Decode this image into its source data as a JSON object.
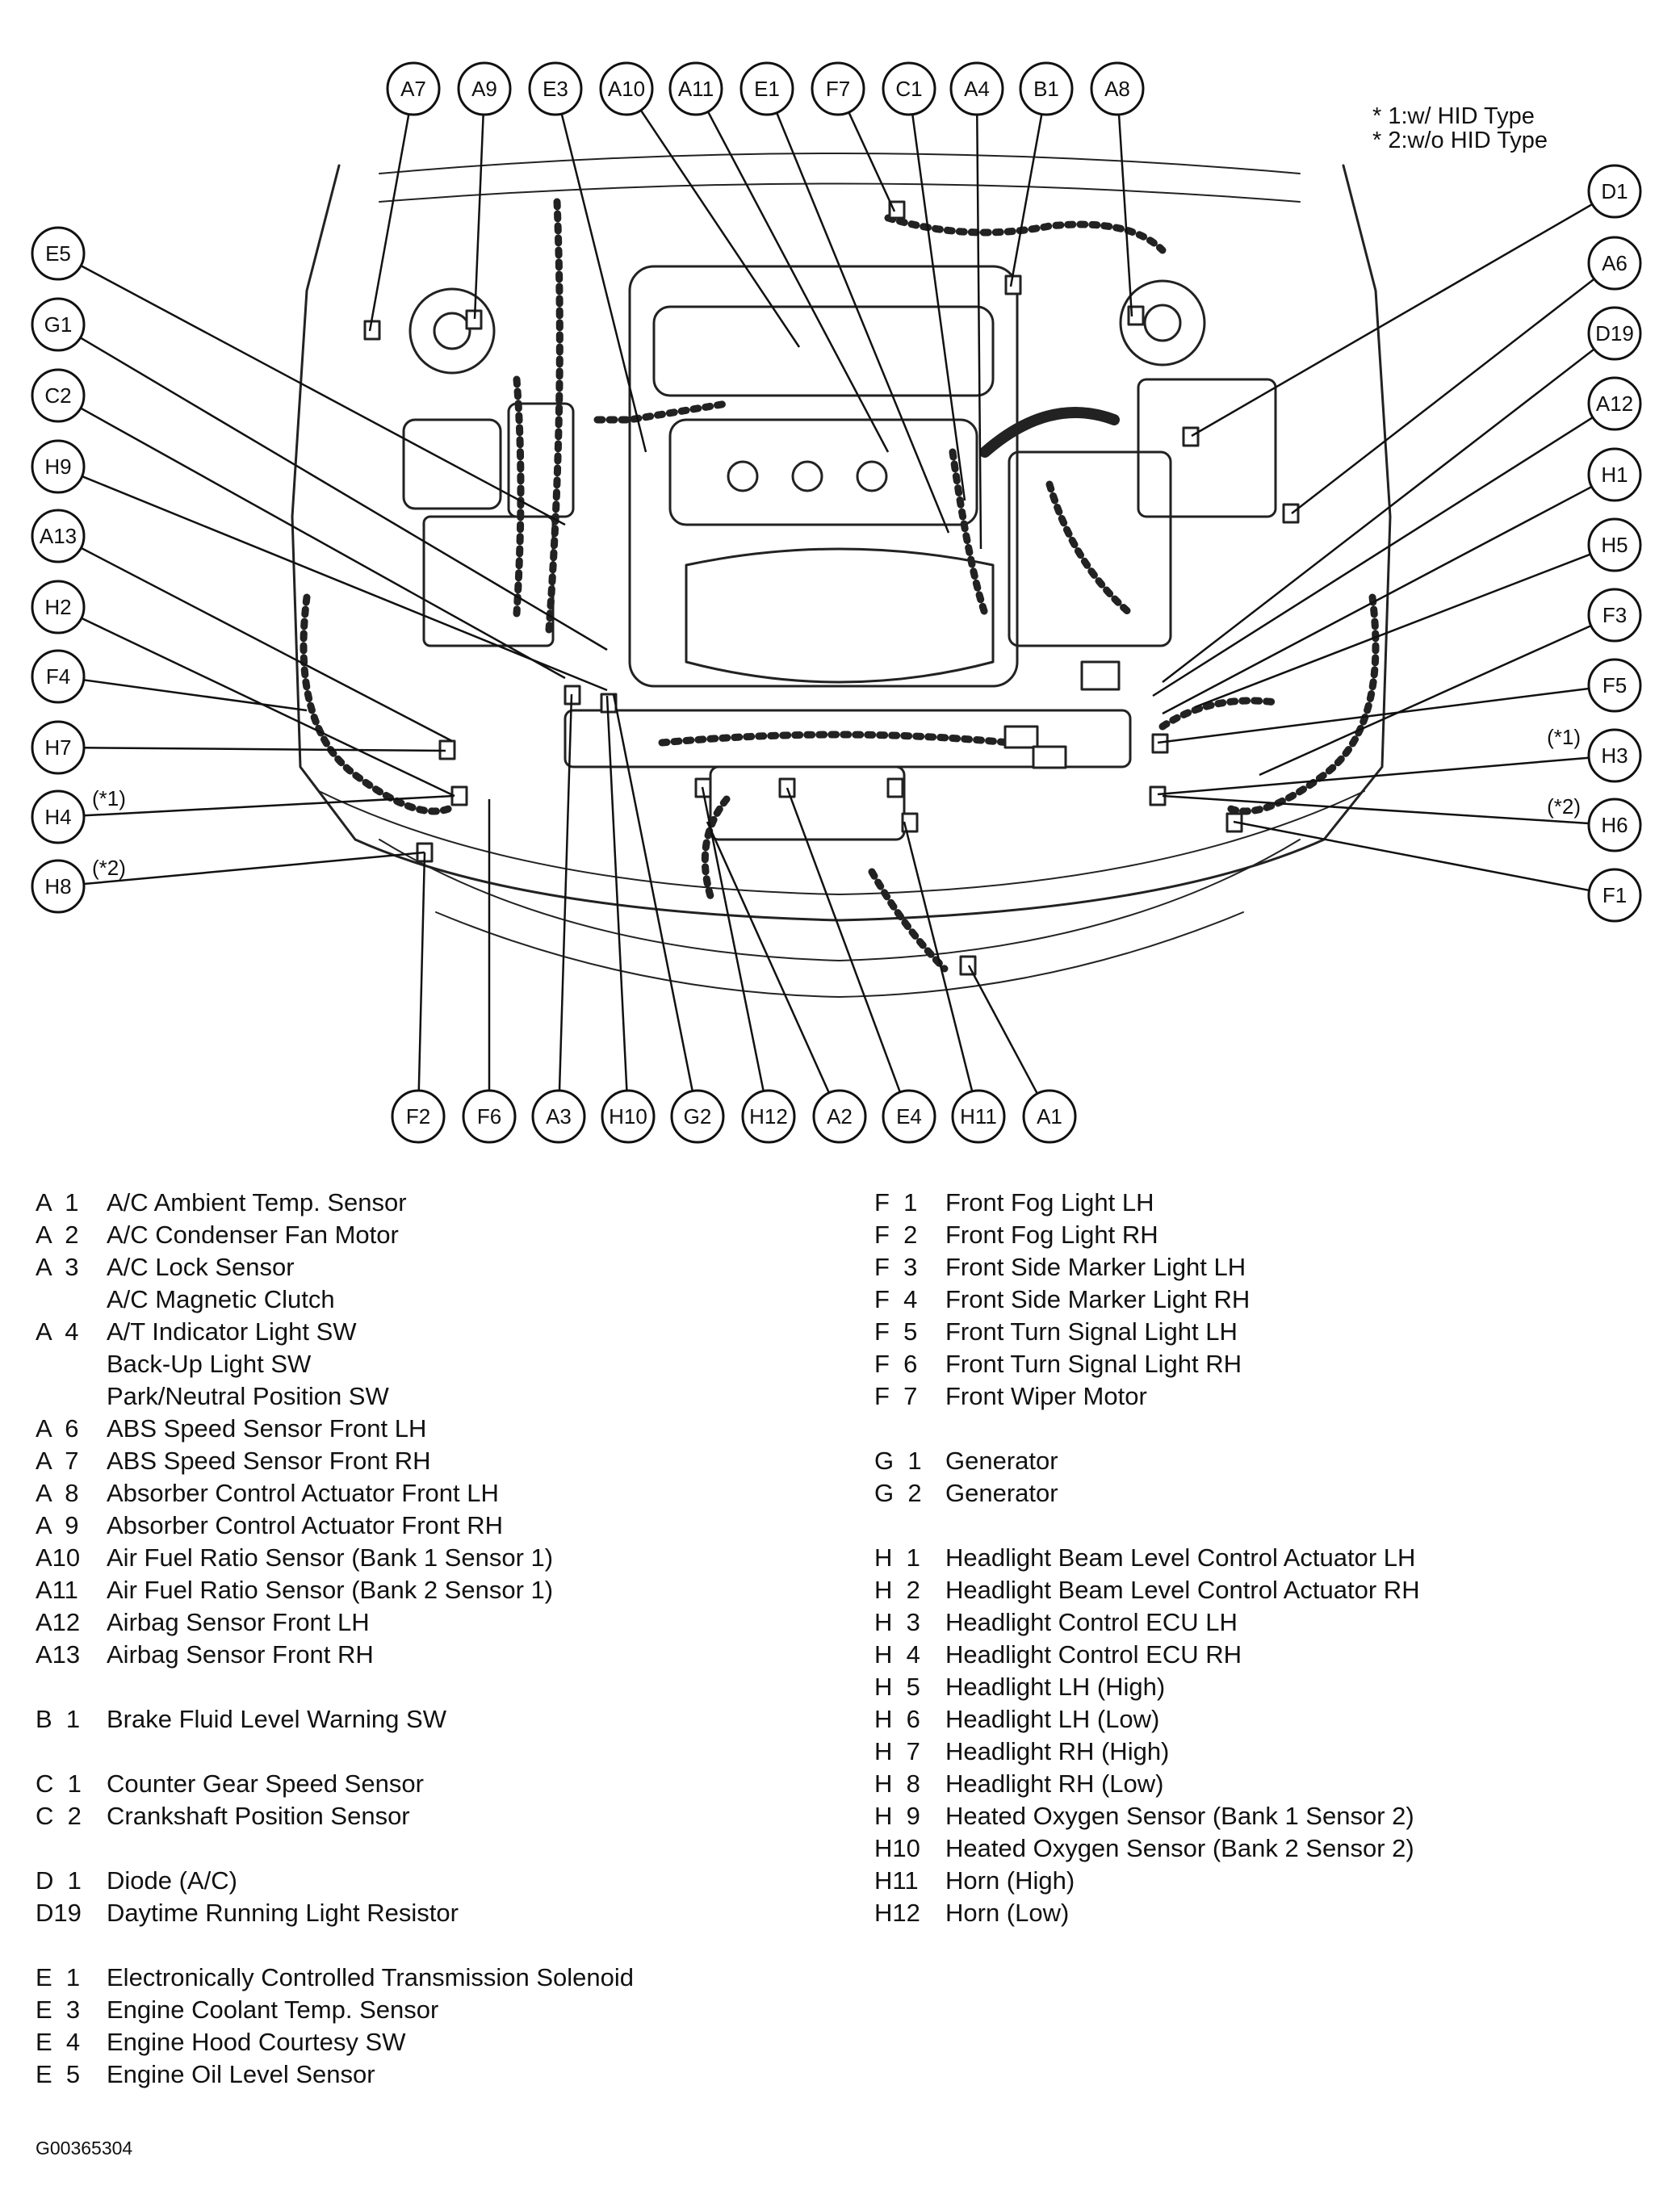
{
  "notes": [
    "* 1:w/ HID Type",
    "* 2:w/o HID Type"
  ],
  "callouts": {
    "top": [
      "A7",
      "A9",
      "E3",
      "A10",
      "A11",
      "E1",
      "F7",
      "C1",
      "A4",
      "B1",
      "A8"
    ],
    "left": [
      {
        "label": "E5"
      },
      {
        "label": "G1"
      },
      {
        "label": "C2"
      },
      {
        "label": "H9"
      },
      {
        "label": "A13"
      },
      {
        "label": "H2"
      },
      {
        "label": "F4"
      },
      {
        "label": "H7"
      },
      {
        "label": "H4",
        "note": "(*1)"
      },
      {
        "label": "H8",
        "note": "(*2)"
      }
    ],
    "right": [
      {
        "label": "D1"
      },
      {
        "label": "A6"
      },
      {
        "label": "D19"
      },
      {
        "label": "A12"
      },
      {
        "label": "H1"
      },
      {
        "label": "H5"
      },
      {
        "label": "F3"
      },
      {
        "label": "F5"
      },
      {
        "label": "H3",
        "note": "(*1)"
      },
      {
        "label": "H6",
        "note": "(*2)"
      },
      {
        "label": "F1"
      }
    ],
    "bottom": [
      "F2",
      "F6",
      "A3",
      "H10",
      "G2",
      "H12",
      "A2",
      "E4",
      "H11",
      "A1"
    ]
  },
  "legend": {
    "left": [
      {
        "code": "A  1",
        "text": "A/C Ambient Temp. Sensor"
      },
      {
        "code": "A  2",
        "text": "A/C Condenser Fan Motor"
      },
      {
        "code": "A  3",
        "text": "A/C Lock Sensor"
      },
      {
        "code": "",
        "text": "A/C Magnetic Clutch"
      },
      {
        "code": "A  4",
        "text": "A/T Indicator Light SW"
      },
      {
        "code": "",
        "text": "Back-Up Light SW"
      },
      {
        "code": "",
        "text": "Park/Neutral Position SW"
      },
      {
        "code": "A  6",
        "text": "ABS Speed Sensor Front LH"
      },
      {
        "code": "A  7",
        "text": "ABS Speed Sensor Front RH"
      },
      {
        "code": "A  8",
        "text": "Absorber Control Actuator Front LH"
      },
      {
        "code": "A  9",
        "text": "Absorber Control Actuator Front RH"
      },
      {
        "code": "A10",
        "text": "Air Fuel Ratio Sensor (Bank 1 Sensor 1)"
      },
      {
        "code": "A11",
        "text": "Air Fuel Ratio Sensor (Bank 2 Sensor 1)"
      },
      {
        "code": "A12",
        "text": "Airbag Sensor Front LH"
      },
      {
        "code": "A13",
        "text": "Airbag Sensor Front RH"
      },
      {
        "gap": true
      },
      {
        "code": "B  1",
        "text": "Brake Fluid Level Warning SW"
      },
      {
        "gap": true
      },
      {
        "code": "C  1",
        "text": "Counter Gear Speed Sensor"
      },
      {
        "code": "C  2",
        "text": "Crankshaft Position Sensor"
      },
      {
        "gap": true
      },
      {
        "code": "D  1",
        "text": "Diode (A/C)"
      },
      {
        "code": "D19",
        "text": "Daytime Running Light Resistor"
      },
      {
        "gap": true
      },
      {
        "code": "E  1",
        "text": "Electronically Controlled Transmission Solenoid"
      },
      {
        "code": "E  3",
        "text": "Engine Coolant Temp. Sensor"
      },
      {
        "code": "E  4",
        "text": "Engine Hood Courtesy SW"
      },
      {
        "code": "E  5",
        "text": "Engine Oil Level Sensor"
      }
    ],
    "right": [
      {
        "code": "F  1",
        "text": "Front Fog Light LH"
      },
      {
        "code": "F  2",
        "text": "Front Fog Light RH"
      },
      {
        "code": "F  3",
        "text": "Front Side Marker Light LH"
      },
      {
        "code": "F  4",
        "text": "Front Side Marker Light RH"
      },
      {
        "code": "F  5",
        "text": "Front Turn Signal Light LH"
      },
      {
        "code": "F  6",
        "text": "Front Turn Signal Light RH"
      },
      {
        "code": "F  7",
        "text": "Front Wiper Motor"
      },
      {
        "gap": true
      },
      {
        "code": "G  1",
        "text": "Generator"
      },
      {
        "code": "G  2",
        "text": "Generator"
      },
      {
        "gap": true
      },
      {
        "code": "H  1",
        "text": "Headlight Beam Level Control Actuator LH"
      },
      {
        "code": "H  2",
        "text": "Headlight Beam Level Control Actuator RH"
      },
      {
        "code": "H  3",
        "text": "Headlight Control ECU LH"
      },
      {
        "code": "H  4",
        "text": "Headlight Control ECU RH"
      },
      {
        "code": "H  5",
        "text": "Headlight LH (High)"
      },
      {
        "code": "H  6",
        "text": "Headlight LH (Low)"
      },
      {
        "code": "H  7",
        "text": "Headlight RH (High)"
      },
      {
        "code": "H  8",
        "text": "Headlight RH (Low)"
      },
      {
        "code": "H  9",
        "text": "Heated Oxygen Sensor (Bank 1 Sensor 2)"
      },
      {
        "code": "H10",
        "text": "Heated Oxygen Sensor (Bank 2 Sensor 2)"
      },
      {
        "code": "H11",
        "text": "Horn (High)"
      },
      {
        "code": "H12",
        "text": "Horn (Low)"
      }
    ]
  },
  "image_code": "G00365304"
}
